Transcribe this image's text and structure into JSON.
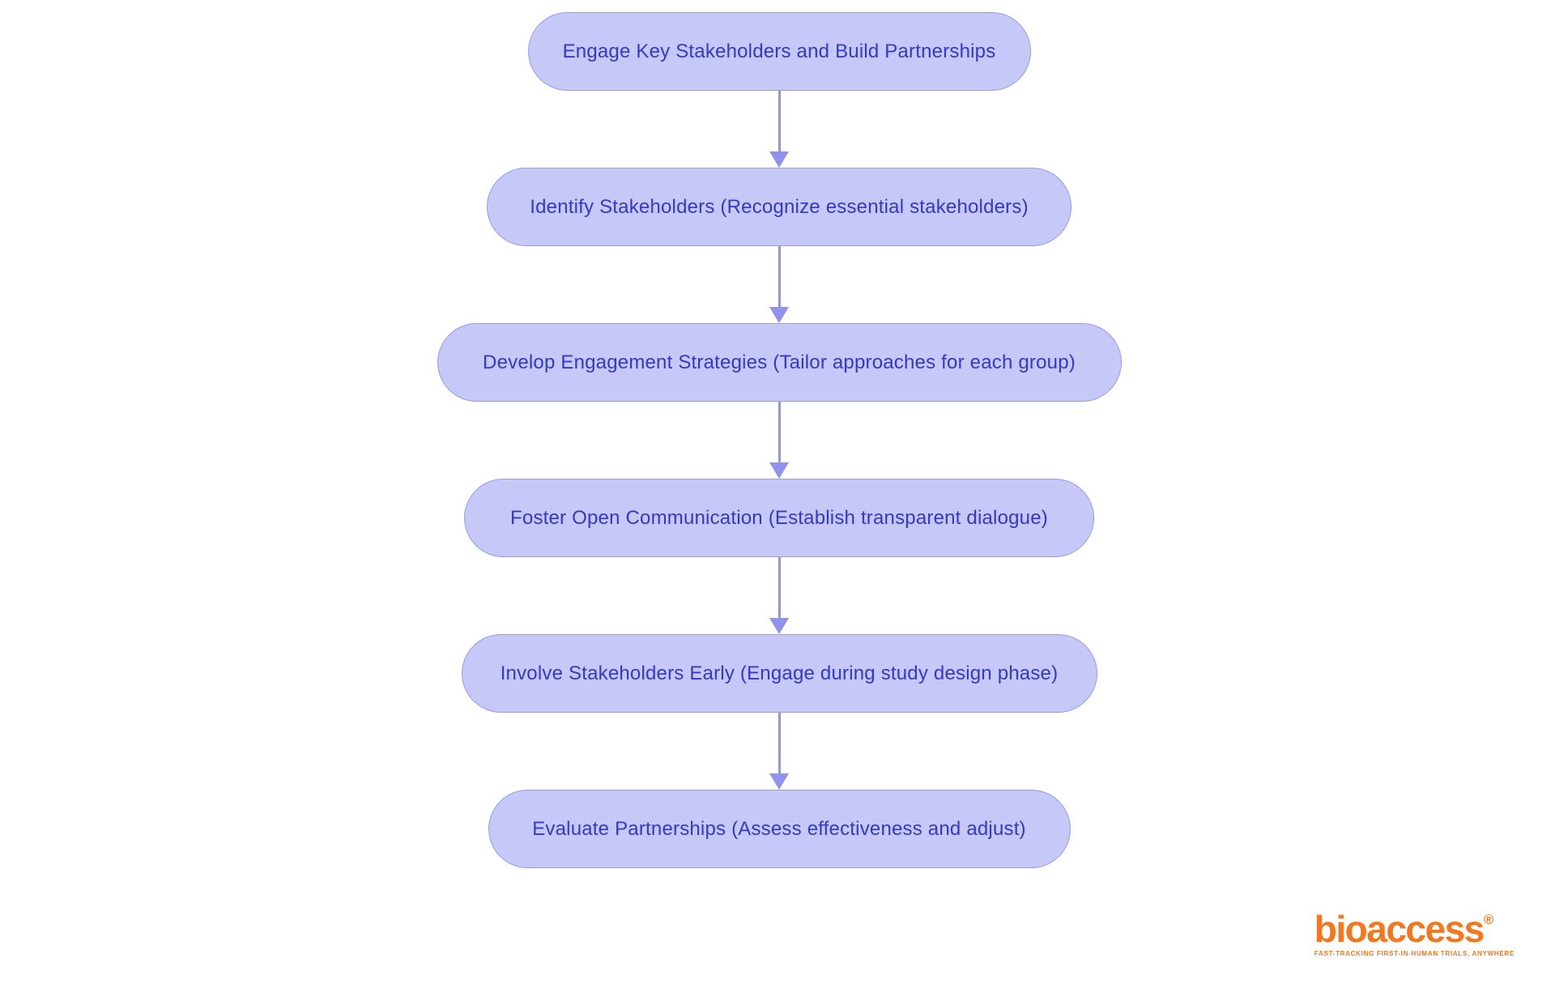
{
  "flowchart": {
    "title_semantic": "Stakeholder engagement process flowchart",
    "nodes": [
      {
        "label": "Engage Key Stakeholders and Build Partnerships"
      },
      {
        "label": "Identify Stakeholders (Recognize essential stakeholders)"
      },
      {
        "label": "Develop Engagement Strategies (Tailor approaches for each group)"
      },
      {
        "label": "Foster Open Communication (Establish transparent dialogue)"
      },
      {
        "label": "Involve Stakeholders Early (Engage during study design phase)"
      },
      {
        "label": "Evaluate Partnerships (Assess effectiveness and adjust)"
      }
    ],
    "colors": {
      "node_fill": "#c6c8f8",
      "node_border": "#989bf0",
      "node_text": "#3538cb",
      "arrow": "#8f92ee",
      "background": "#ffffff"
    }
  },
  "branding": {
    "wordmark": "bioaccess",
    "registered_mark": "®",
    "tagline": "FAST-TRACKING FIRST-IN-HUMAN TRIALS, ANYWHERE",
    "color": "#f4771e"
  }
}
